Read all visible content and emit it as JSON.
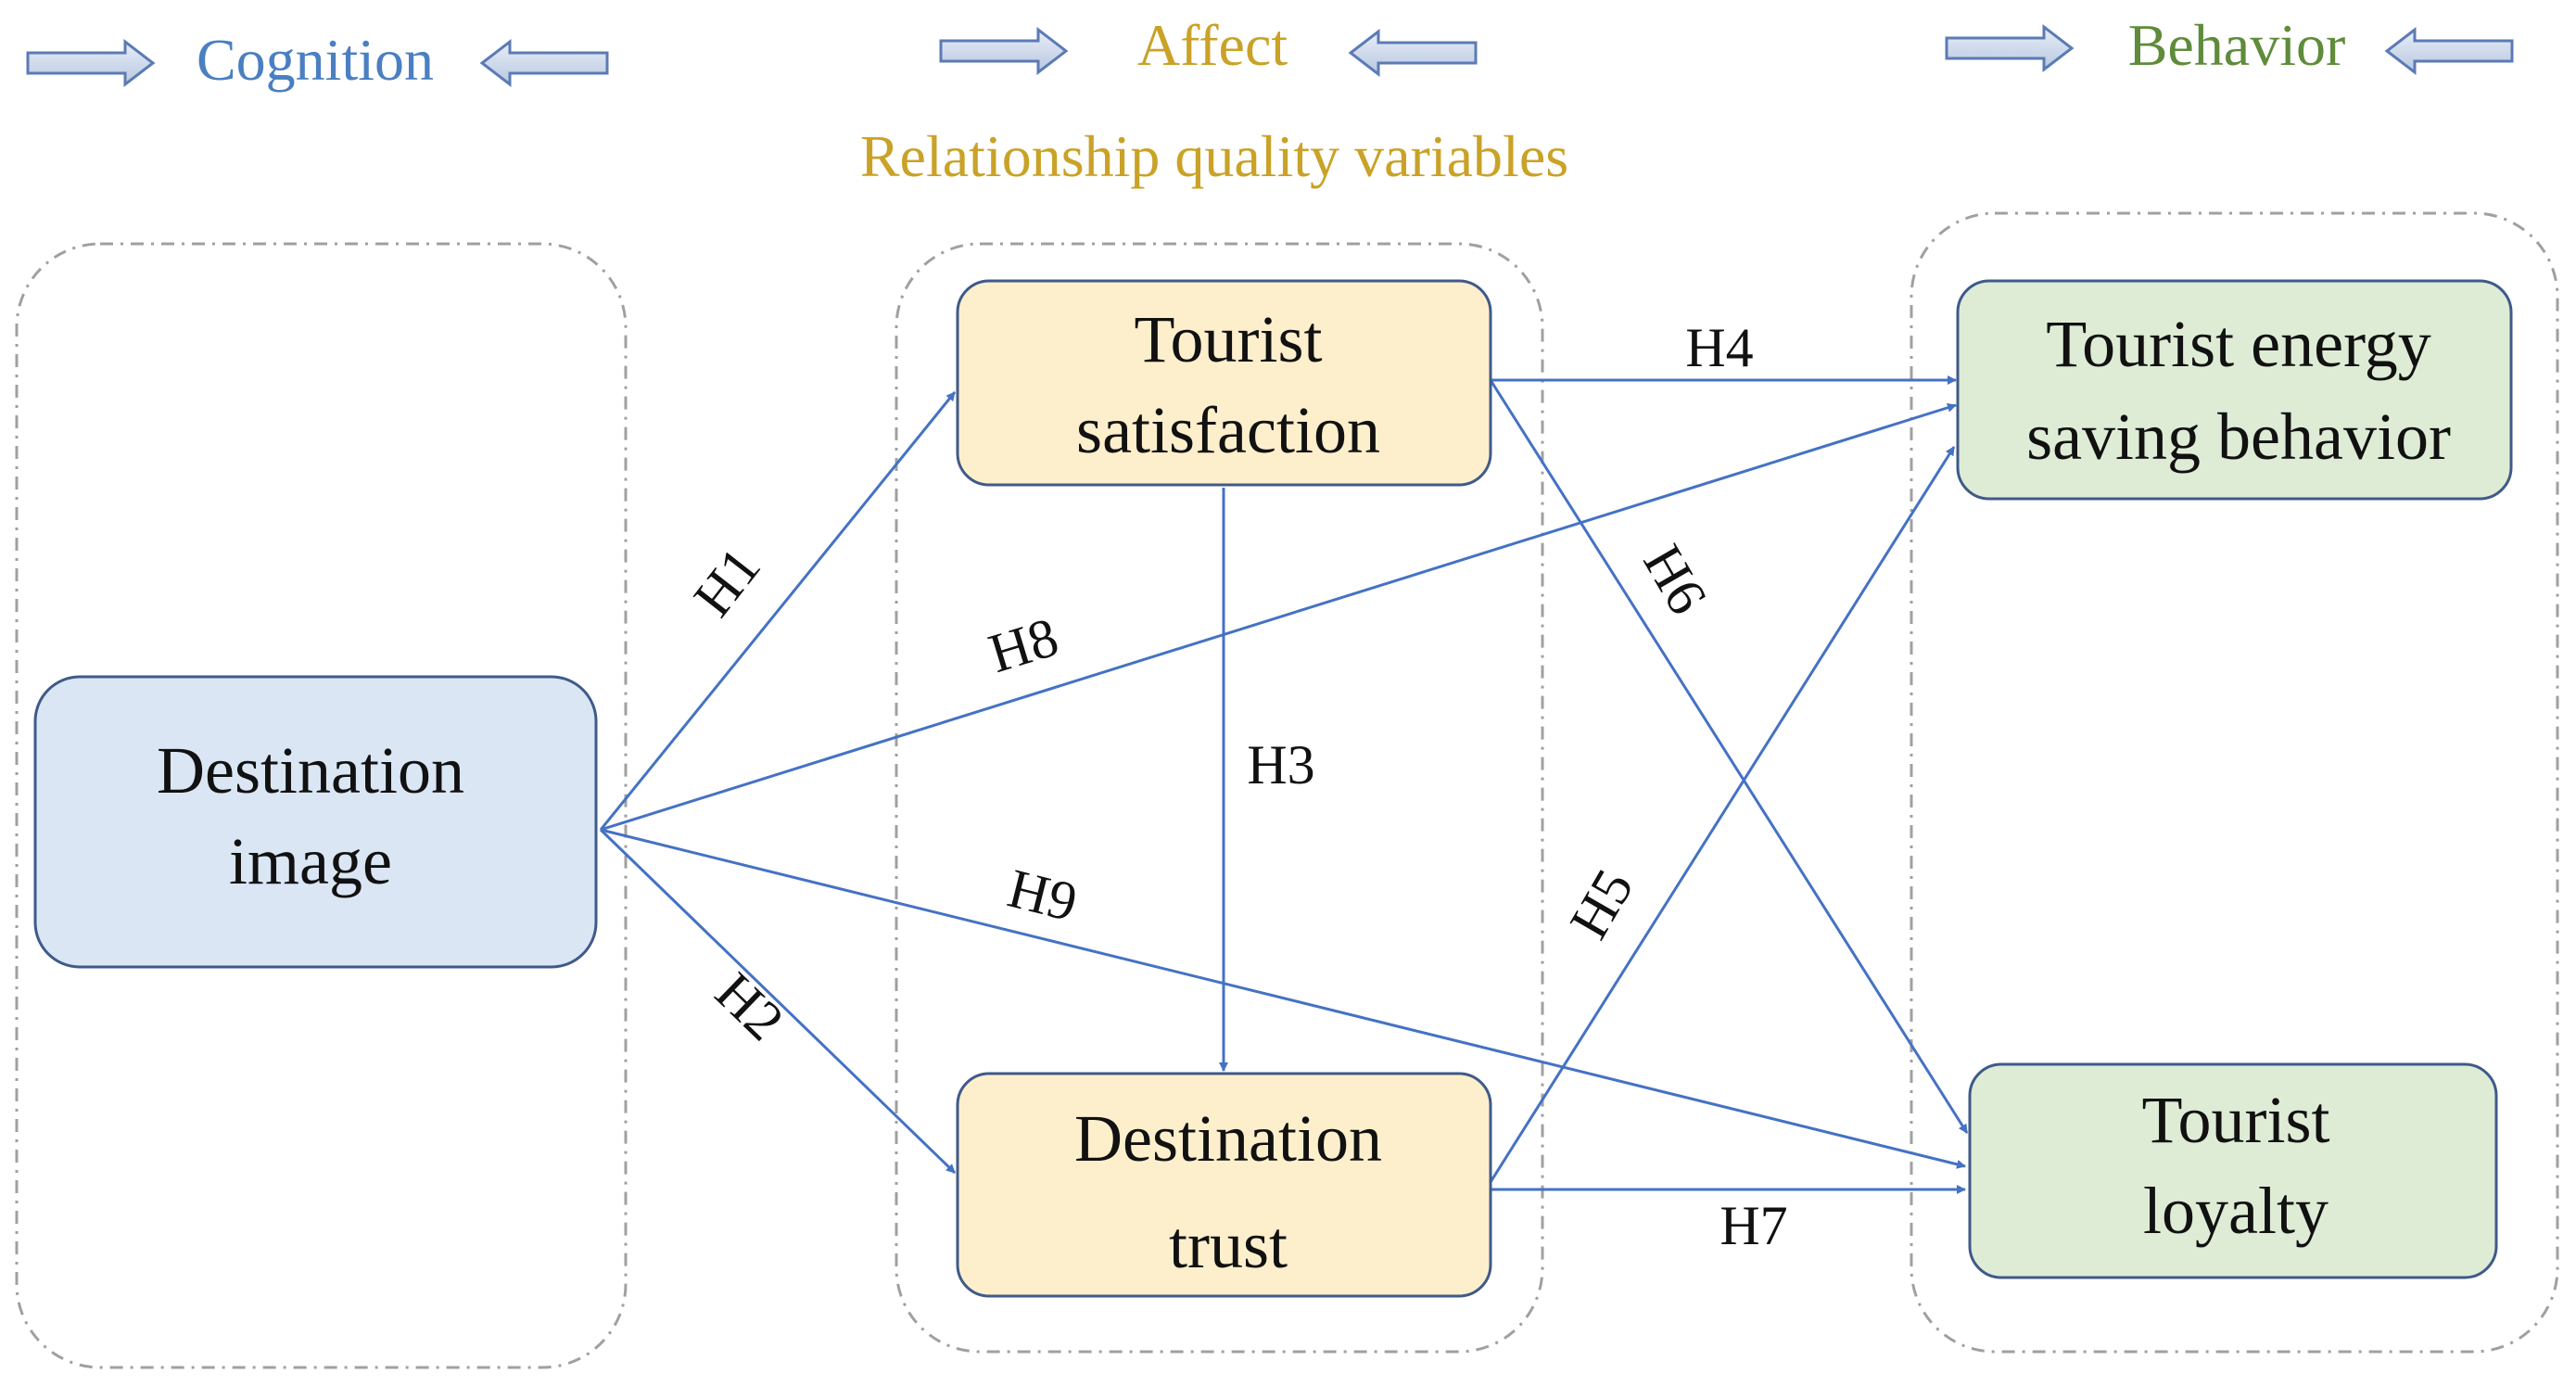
{
  "headers": {
    "cognition": "Cognition",
    "affect": "Affect",
    "behavior": "Behavior",
    "subtitle": "Relationship quality variables"
  },
  "nodes": {
    "destination_image": [
      "Destination",
      "image"
    ],
    "tourist_satisfaction": [
      "Tourist",
      "satisfaction"
    ],
    "destination_trust": [
      "Destination",
      "trust"
    ],
    "tourist_energy_saving": [
      "Tourist energy",
      "saving behavior"
    ],
    "tourist_loyalty": [
      "Tourist",
      "loyalty"
    ]
  },
  "hypotheses": {
    "h1": "H1",
    "h2": "H2",
    "h3": "H3",
    "h4": "H4",
    "h5": "H5",
    "h6": "H6",
    "h7": "H7",
    "h8": "H8",
    "h9": "H9"
  },
  "colors": {
    "cognition": "#4a7fc1",
    "affect": "#c9a227",
    "behavior": "#5e8c3a",
    "arrow": "#4472c4",
    "blue_fill": "#dae6f4",
    "yellow_fill": "#fdefcc",
    "green_fill": "#deecd6",
    "box_stroke": "#3f5a8a"
  }
}
